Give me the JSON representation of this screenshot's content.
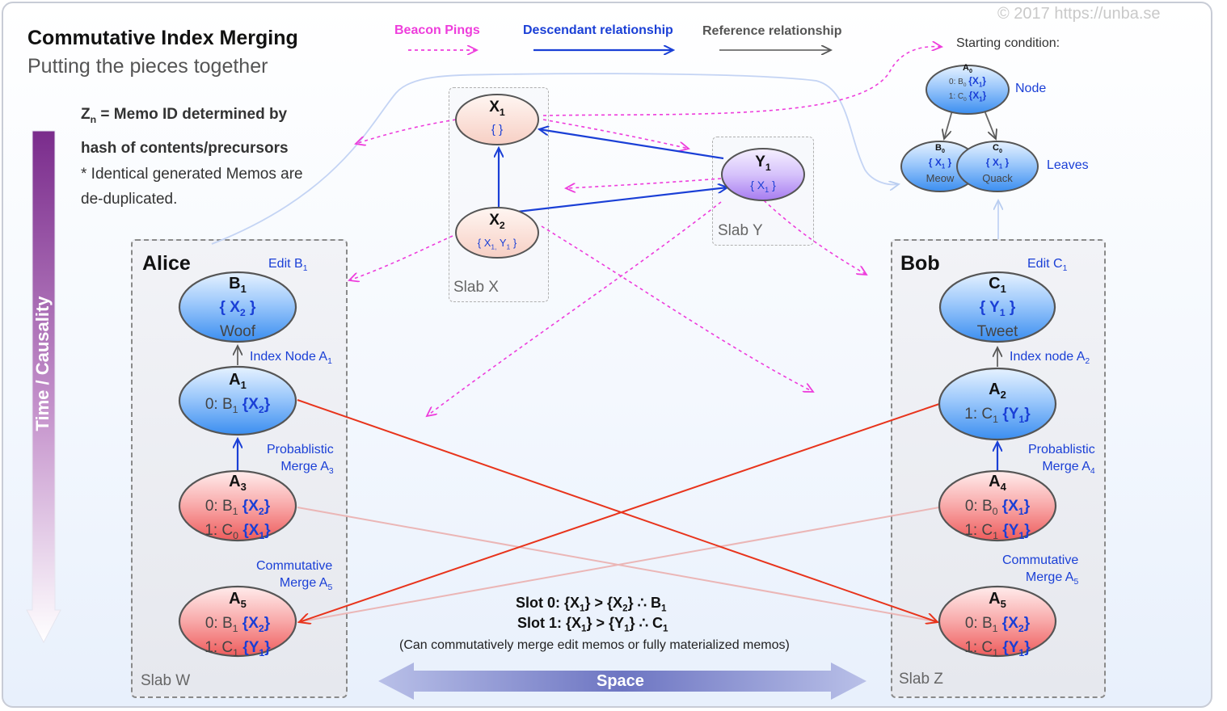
{
  "header": {
    "title": "Commutative Index Merging",
    "subtitle": "Putting the pieces together",
    "copyright": "© 2017  https://unba.se"
  },
  "legend": {
    "beacon": "Beacon Pings",
    "descendant": "Descendant relationship",
    "reference": "Reference relationship",
    "colors": {
      "beacon": "#ee3ddc",
      "descendant": "#1a3fd6",
      "reference": "#555555",
      "merge": "#e8341c"
    }
  },
  "notes": {
    "line1_z": "Z",
    "line1_sub": "n",
    "line1_rest": " = Memo ID determined by",
    "line2": "hash of contents/precursors",
    "line3": "* Identical generated Memos are",
    "line4": "de-duplicated."
  },
  "axes": {
    "time": "Time / Causality",
    "space": "Space"
  },
  "slabs": {
    "w": "Slab W",
    "x": "Slab X",
    "y": "Slab Y",
    "z": "Slab Z"
  },
  "people": {
    "alice": "Alice",
    "bob": "Bob"
  },
  "starting": {
    "label": "Starting condition:",
    "node_label": "Node",
    "leaves_label": "Leaves",
    "a0": {
      "title": "A",
      "sub": "0",
      "row0_pre": "0: B",
      "row0_sub": "0",
      "row1_pre": "1: C",
      "row1_sub": "0",
      "ref": "X",
      "ref_sub": "1"
    },
    "b0": {
      "title": "B",
      "sub": "0",
      "ref": "X",
      "ref_sub": "1",
      "text": "Meow"
    },
    "c0": {
      "title": "C",
      "sub": "0",
      "ref": "X",
      "ref_sub": "1",
      "text": "Quack"
    }
  },
  "slab_x": {
    "x1": {
      "title": "X",
      "sub": "1",
      "content": "{ }"
    },
    "x2": {
      "title": "X",
      "sub": "2",
      "content_a": "X",
      "content_a_sub": "1,",
      "content_b": "Y",
      "content_b_sub": "1"
    }
  },
  "slab_y": {
    "y1": {
      "title": "Y",
      "sub": "1",
      "content": "X",
      "content_sub": "1"
    }
  },
  "alice": {
    "edit_label": "Edit B",
    "edit_sub": "1",
    "index_label": "Index Node A",
    "index_sub": "1",
    "prob_label_1": "Probablistic",
    "prob_label_2": "Merge A",
    "prob_sub": "3",
    "comm_label_1": "Commutative",
    "comm_label_2": "Merge A",
    "comm_sub": "5",
    "b1": {
      "title": "B",
      "sub": "1",
      "ref": "X",
      "ref_sub": "2",
      "text": "Woof"
    },
    "a1": {
      "title": "A",
      "sub": "1",
      "row0_pre": "0: B",
      "row0_sub": "1",
      "row0_ref": "X",
      "row0_ref_sub": "2"
    },
    "a3": {
      "title": "A",
      "sub": "3",
      "row0_pre": "0: B",
      "row0_sub": "1",
      "row0_ref": "X",
      "row0_ref_sub": "2",
      "row1_pre": "1: C",
      "row1_sub": "0",
      "row1_ref": "X",
      "row1_ref_sub": "1"
    },
    "a5": {
      "title": "A",
      "sub": "5",
      "row0_pre": "0: B",
      "row0_sub": "1",
      "row0_ref": "X",
      "row0_ref_sub": "2",
      "row1_pre": "1: C",
      "row1_sub": "1",
      "row1_ref": "Y",
      "row1_ref_sub": "1"
    }
  },
  "bob": {
    "edit_label": "Edit C",
    "edit_sub": "1",
    "index_label": "Index node A",
    "index_sub": "2",
    "prob_label_1": "Probablistic",
    "prob_label_2": "Merge A",
    "prob_sub": "4",
    "comm_label_1": "Commutative",
    "comm_label_2": "Merge A",
    "comm_sub": "5",
    "c1": {
      "title": "C",
      "sub": "1",
      "ref": "Y",
      "ref_sub": "1",
      "text": "Tweet"
    },
    "a2": {
      "title": "A",
      "sub": "2",
      "row0_pre": "1: C",
      "row0_sub": "1",
      "row0_ref": "Y",
      "row0_ref_sub": "1"
    },
    "a4": {
      "title": "A",
      "sub": "4",
      "row0_pre": "0: B",
      "row0_sub": "0",
      "row0_ref": "X",
      "row0_ref_sub": "1",
      "row1_pre": "1: C",
      "row1_sub": "1",
      "row1_ref": "Y",
      "row1_ref_sub": "1"
    },
    "a5": {
      "title": "A",
      "sub": "5",
      "row0_pre": "0: B",
      "row0_sub": "1",
      "row0_ref": "X",
      "row0_ref_sub": "2",
      "row1_pre": "1: C",
      "row1_sub": "1",
      "row1_ref": "Y",
      "row1_ref_sub": "1"
    }
  },
  "slots": {
    "slot0_a": "Slot 0: {X",
    "slot0_a_sub": "1",
    "slot0_b": "} > {X",
    "slot0_b_sub": "2",
    "slot0_c": "} ∴  B",
    "slot0_c_sub": "1",
    "slot1_a": "Slot 1: {X",
    "slot1_a_sub": "1",
    "slot1_b": "} > {Y",
    "slot1_b_sub": "1",
    "slot1_c": "} ∴ C",
    "slot1_c_sub": "1",
    "note": "(Can commutatively merge edit memos or fully materialized memos)"
  }
}
